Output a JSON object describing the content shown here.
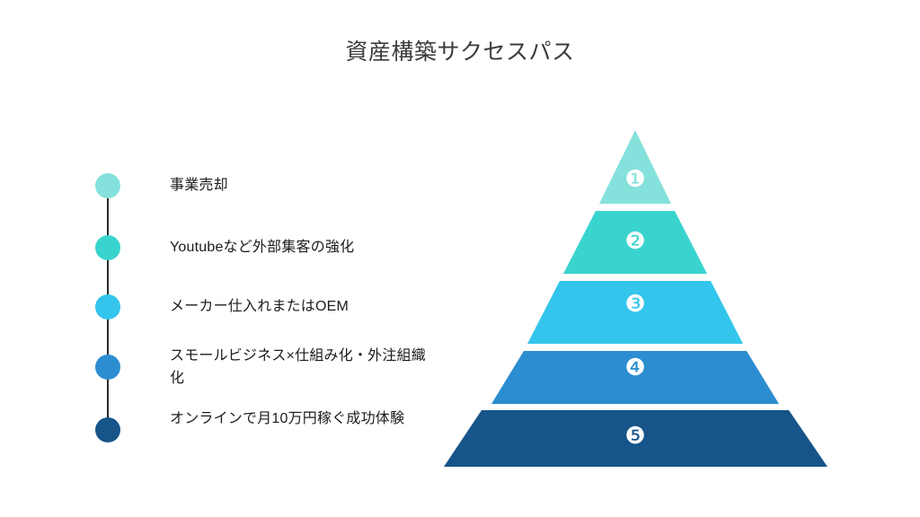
{
  "slide": {
    "title": "資産構築サクセスパス",
    "background_color": "#ffffff",
    "title_color": "#3b3b3b"
  },
  "palette": {
    "tier1": "#85E1DC",
    "tier2": "#3AD4CF",
    "tier3": "#33C5EC",
    "tier4": "#2C8ED0",
    "tier5": "#16548A",
    "spine": "#2b2b2b",
    "text": "#1c1c1c"
  },
  "legend": {
    "items": [
      {
        "index": "1",
        "label": "事業売却",
        "color": "#85E1DC",
        "lines": 1
      },
      {
        "index": "2",
        "label": "Youtubeなど外部集客の強化",
        "color": "#3AD4CF",
        "lines": 1
      },
      {
        "index": "3",
        "label": "メーカー仕入れまたはOEM",
        "color": "#33C5EC",
        "lines": 1
      },
      {
        "index": "4",
        "label": "スモールビジネス×仕組み化・外注組織化",
        "color": "#2C8ED0",
        "lines": 2
      },
      {
        "index": "5",
        "label": "オンラインで月10万円稼ぐ成功体験",
        "color": "#16548A",
        "lines": 2
      }
    ]
  },
  "pyramid": {
    "tiers": [
      {
        "badge": "❶",
        "number": "1",
        "color": "#85E1DC",
        "label": "事業売却"
      },
      {
        "badge": "❷",
        "number": "2",
        "color": "#3AD4CF",
        "label": "Youtubeなど外部集客の強化"
      },
      {
        "badge": "❸",
        "number": "3",
        "color": "#33C5EC",
        "label": "メーカー仕入れまたはOEM"
      },
      {
        "badge": "❹",
        "number": "4",
        "color": "#2C8ED0",
        "label": "スモールビジネス×仕組み化・外注組織化"
      },
      {
        "badge": "❺",
        "number": "5",
        "color": "#16548A",
        "label": "オンラインで月10万円稼ぐ成功体験"
      }
    ]
  }
}
